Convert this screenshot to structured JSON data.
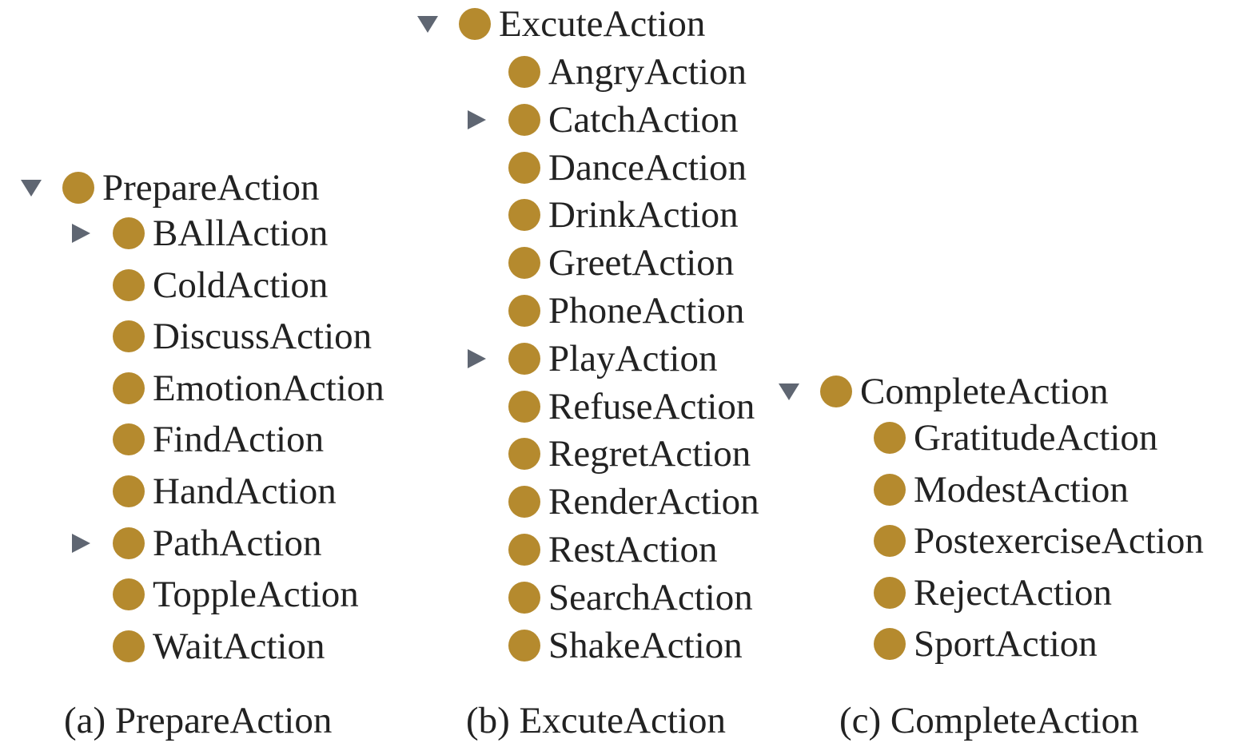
{
  "colors": {
    "class_dot": "#b58a2e",
    "toggle_arrow": "#5f6672"
  },
  "trees": [
    {
      "root": {
        "label": "PrepareAction",
        "toggle": "expanded"
      },
      "children": [
        {
          "label": "BAllAction",
          "toggle": "collapsed"
        },
        {
          "label": "ColdAction",
          "toggle": "none"
        },
        {
          "label": "DiscussAction",
          "toggle": "none"
        },
        {
          "label": "EmotionAction",
          "toggle": "none"
        },
        {
          "label": "FindAction",
          "toggle": "none"
        },
        {
          "label": "HandAction",
          "toggle": "none"
        },
        {
          "label": "PathAction",
          "toggle": "collapsed"
        },
        {
          "label": "ToppleAction",
          "toggle": "none"
        },
        {
          "label": "WaitAction",
          "toggle": "none"
        }
      ],
      "caption": "(a) PrepareAction"
    },
    {
      "root": {
        "label": "ExcuteAction",
        "toggle": "expanded"
      },
      "children": [
        {
          "label": "AngryAction",
          "toggle": "none"
        },
        {
          "label": "CatchAction",
          "toggle": "collapsed"
        },
        {
          "label": "DanceAction",
          "toggle": "none"
        },
        {
          "label": "DrinkAction",
          "toggle": "none"
        },
        {
          "label": "GreetAction",
          "toggle": "none"
        },
        {
          "label": "PhoneAction",
          "toggle": "none"
        },
        {
          "label": "PlayAction",
          "toggle": "collapsed"
        },
        {
          "label": "RefuseAction",
          "toggle": "none"
        },
        {
          "label": "RegretAction",
          "toggle": "none"
        },
        {
          "label": "RenderAction",
          "toggle": "none"
        },
        {
          "label": "RestAction",
          "toggle": "none"
        },
        {
          "label": "SearchAction",
          "toggle": "none"
        },
        {
          "label": "ShakeAction",
          "toggle": "none"
        }
      ],
      "caption": "(b) ExcuteAction"
    },
    {
      "root": {
        "label": "CompleteAction",
        "toggle": "expanded"
      },
      "children": [
        {
          "label": "GratitudeAction",
          "toggle": "none"
        },
        {
          "label": "ModestAction",
          "toggle": "none"
        },
        {
          "label": "PostexerciseAction",
          "toggle": "none"
        },
        {
          "label": "RejectAction",
          "toggle": "none"
        },
        {
          "label": "SportAction",
          "toggle": "none"
        }
      ],
      "caption": "(c) CompleteAction"
    }
  ]
}
